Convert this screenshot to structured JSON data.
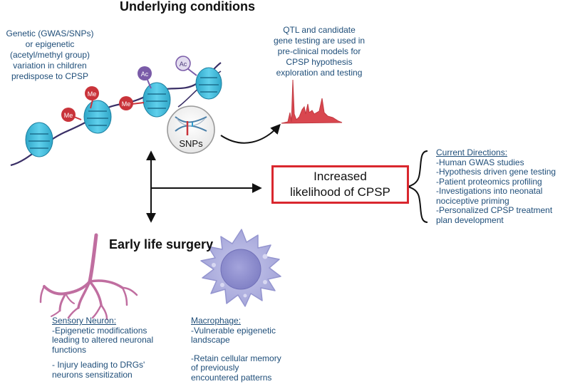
{
  "headings": {
    "top": "Underlying conditions",
    "bottom": "Early life surgery"
  },
  "genetic_note": {
    "lines": [
      "Genetic (GWAS/SNPs)",
      "or epigenetic",
      "(acetyl/methyl group)",
      "variation in children",
      "predispose to CPSP"
    ]
  },
  "qtl_note": {
    "lines": [
      "QTL and candidate",
      "gene testing are used in",
      "pre-clinical models for",
      "CPSP hypothesis",
      "exploration and testing"
    ]
  },
  "marks": {
    "methyl": "Me",
    "acetyl": "Ac",
    "snps": "SNPs"
  },
  "outcome": {
    "lines": [
      "Increased",
      "likelihood of CPSP"
    ],
    "border_color": "#d9272e"
  },
  "current_directions": {
    "title": "Current Directions:",
    "items": [
      "-Human GWAS studies",
      "-Hypothesis driven gene testing",
      "-Patient proteomics profiling",
      "-Investigations into neonatal",
      "nociceptive priming",
      "-Personalized CPSP treatment",
      "plan development"
    ]
  },
  "sensory_neuron": {
    "title": "Sensory Neuron:",
    "lines": [
      "-Epigenetic modifications",
      "leading to altered neuronal",
      "functions",
      "",
      "- Injury leading to DRGs'",
      "neurons sensitization"
    ]
  },
  "macrophage": {
    "title": "Macrophage:",
    "lines": [
      "-Vulnerable epigenetic",
      "landscape",
      "",
      "-Retain cellular memory",
      "of previously",
      "encountered patterns"
    ]
  },
  "colors": {
    "text_blue": "#1f4e79",
    "nucleosome": "#3fb8d8",
    "methyl": "#c9333a",
    "acetyl": "#7a5ba8",
    "peak": "#d9474f",
    "neuron": "#c06ea0",
    "macrophage_outer": "#b0b1de",
    "macrophage_nucleus": "#8f8fcf"
  }
}
